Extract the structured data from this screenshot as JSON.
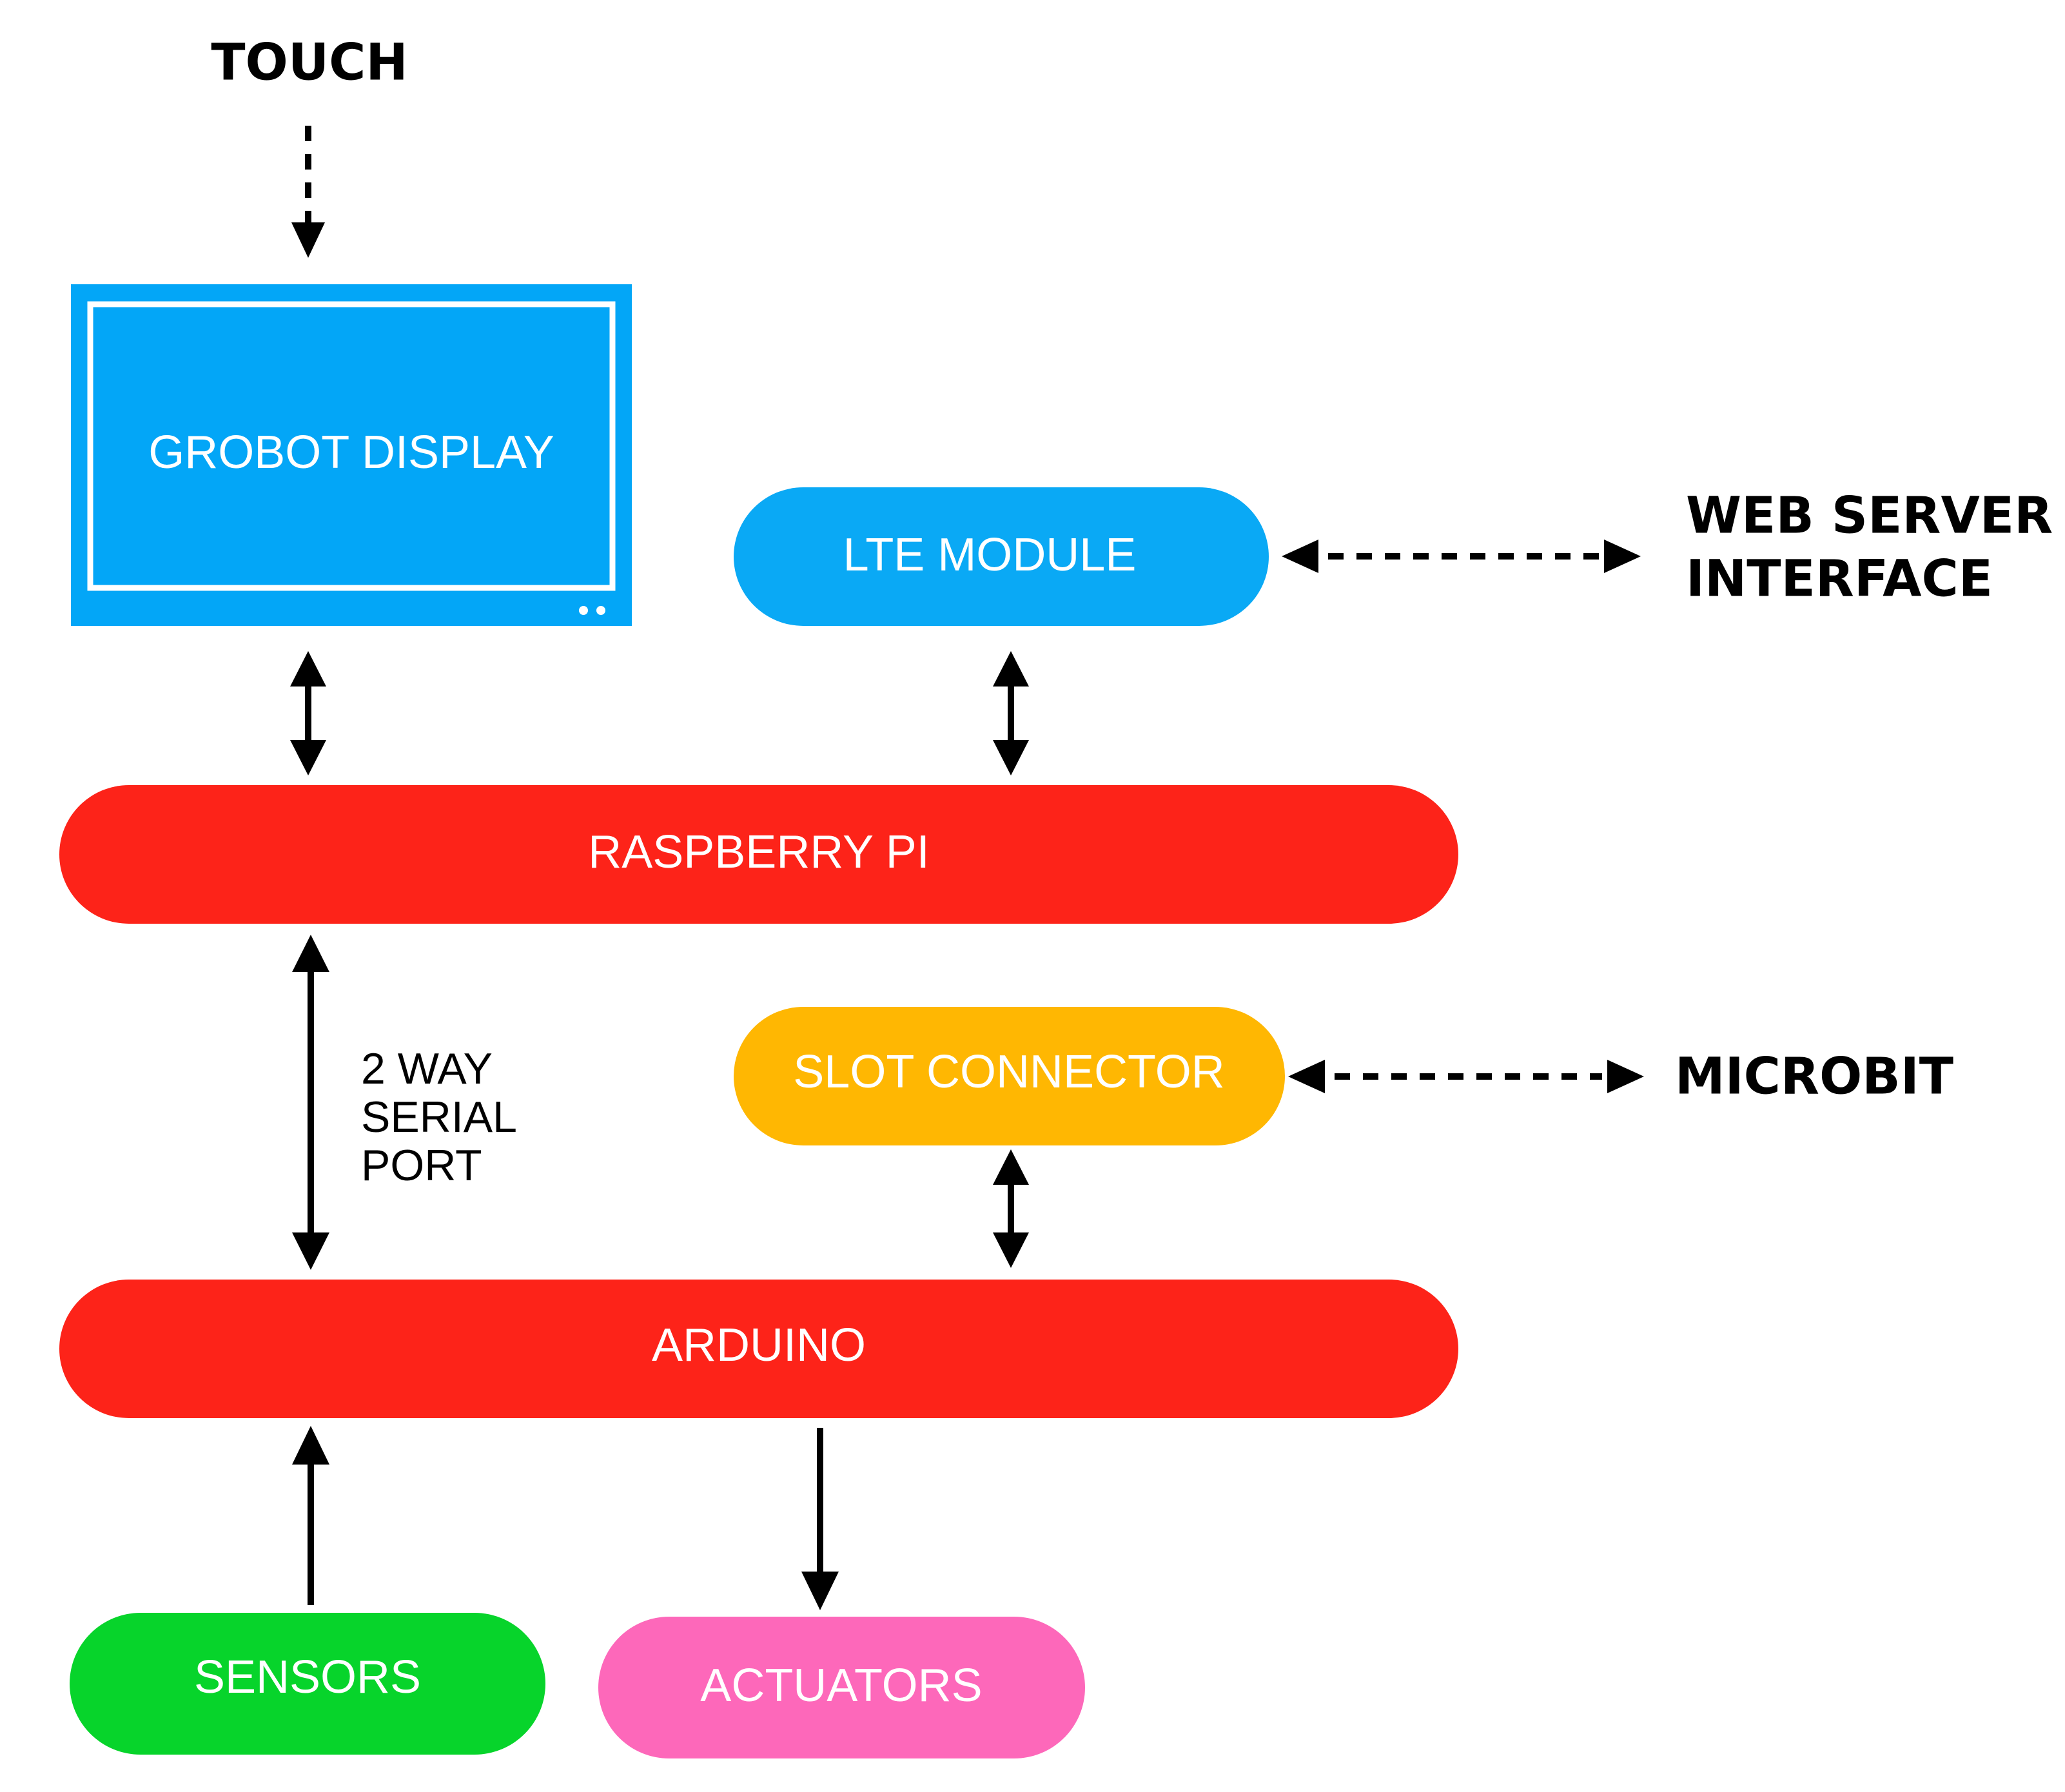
{
  "colors": {
    "display_blue": "#03a6f7",
    "lte_blue": "#0aa9f5",
    "board_red": "#fd2319",
    "slot_orange": "#ffb702",
    "sensors_green": "#07d42b",
    "actuators_pink": "#fd68ba"
  },
  "nodes": {
    "touch": "TOUCH",
    "grobot_display": "GROBOT DISPLAY",
    "lte_module": "LTE MODULE",
    "web_server_line1": "WEB SERVER",
    "web_server_line2": "INTERFACE",
    "raspberry_pi": "RASPBERRY PI",
    "serial_line1": "2 WAY",
    "serial_line2": "SERIAL",
    "serial_line3": "PORT",
    "slot_connector": "SLOT CONNECTOR",
    "microbit": "MICROBIT",
    "arduino": "ARDUINO",
    "sensors": "SENSORS",
    "actuators": "ACTUATORS"
  }
}
